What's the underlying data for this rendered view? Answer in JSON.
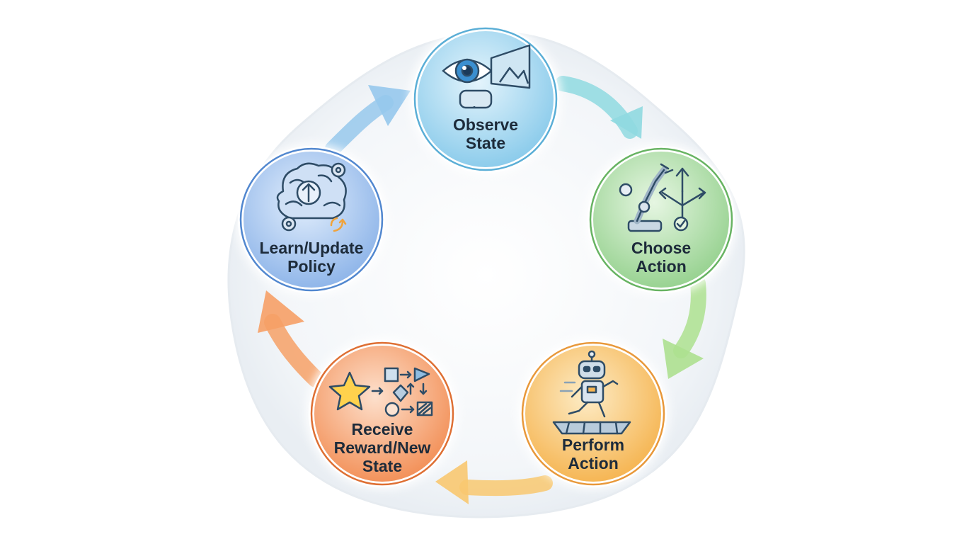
{
  "diagram": {
    "nodes": [
      {
        "id": "observe",
        "lines": [
          "Observe",
          "State"
        ],
        "icon": "eye-robot-icon",
        "color": "#7cc4e8",
        "rim": "#4aa3cf"
      },
      {
        "id": "choose",
        "lines": [
          "Choose",
          "Action"
        ],
        "icon": "robot-arm-branch-icon",
        "color": "#8fd08a",
        "rim": "#5aae57"
      },
      {
        "id": "perform",
        "lines": [
          "Perform",
          "Action"
        ],
        "icon": "running-robot-icon",
        "color": "#f6b552",
        "rim": "#e6932a"
      },
      {
        "id": "receive",
        "lines": [
          "Receive",
          "Reward/New",
          "State"
        ],
        "icon": "star-reward-icon",
        "color": "#f49058",
        "rim": "#e26a2f"
      },
      {
        "id": "learn",
        "lines": [
          "Learn/Update",
          "Policy"
        ],
        "icon": "brain-gear-icon",
        "color": "#8ab4ea",
        "rim": "#4f86cf"
      }
    ],
    "arrows": [
      {
        "from": "observe",
        "to": "choose",
        "color": "#7fd3dc"
      },
      {
        "from": "choose",
        "to": "perform",
        "color": "#a6dc8e"
      },
      {
        "from": "perform",
        "to": "receive",
        "color": "#f7c46a"
      },
      {
        "from": "receive",
        "to": "learn",
        "color": "#f59a5c"
      },
      {
        "from": "learn",
        "to": "observe",
        "color": "#8ec3ea"
      }
    ]
  }
}
